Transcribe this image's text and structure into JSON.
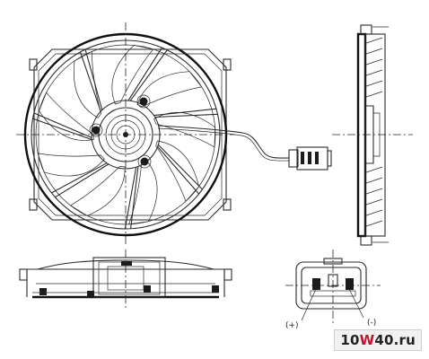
{
  "labels": {
    "positive": "(+)",
    "negative": "(-)"
  },
  "watermark": {
    "prefix": "10",
    "highlight": "W",
    "suffix": "40",
    "domain": ".ru"
  },
  "colors": {
    "line": "#2a2a2a",
    "watermark_accent": "#c8102e"
  }
}
